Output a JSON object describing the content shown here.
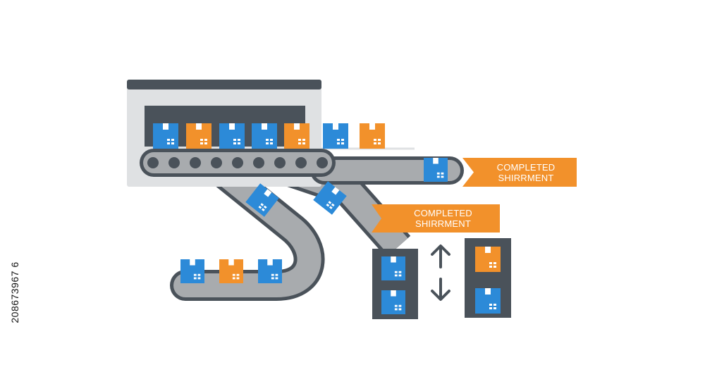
{
  "colors": {
    "machine_frame": "#dfe1e3",
    "dark": "#4a525a",
    "belt": "#a8abae",
    "blue_box": "#2c8ad8",
    "orange_box": "#f2912b",
    "banner": "#f2912b",
    "white": "#ffffff"
  },
  "icons": [
    "box-icon",
    "arrow-up-icon",
    "arrow-down-icon",
    "roller-icon"
  ],
  "banners": [
    {
      "line1": "COMPLETED",
      "line2": "SHIRRMENT"
    },
    {
      "line1": "COMPLETED",
      "line2": "SHIRRMENT"
    }
  ],
  "watermark_id": "208673967 6"
}
